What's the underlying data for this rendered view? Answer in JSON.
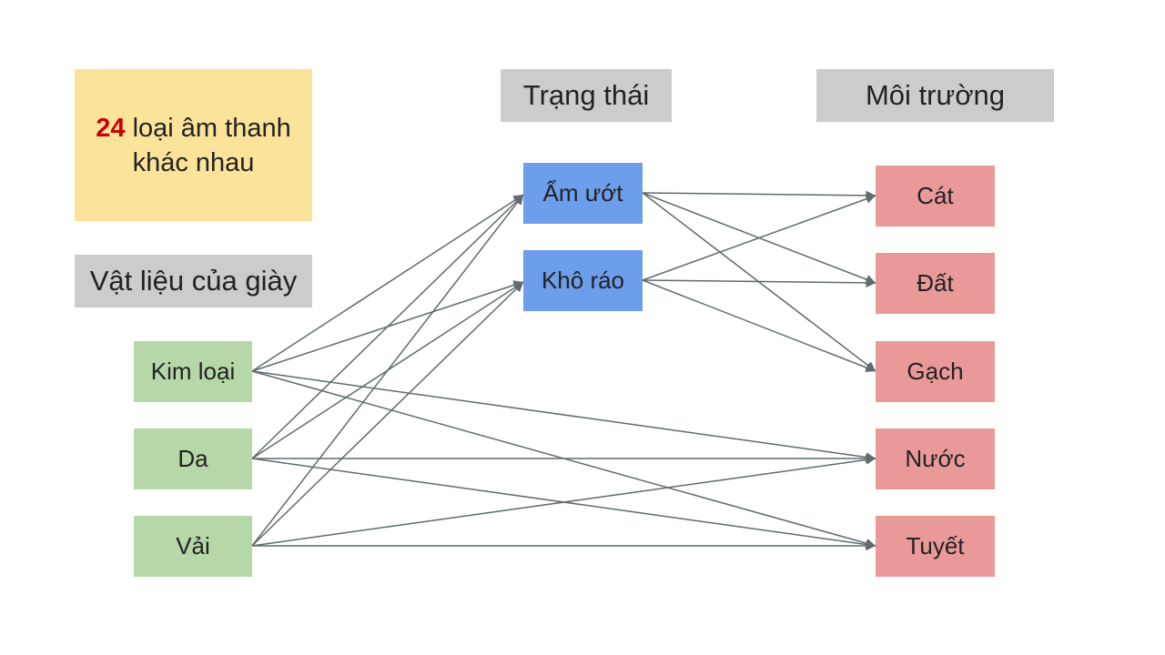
{
  "summary": {
    "count": "24",
    "text": " loại âm thanh khác nhau"
  },
  "headers": {
    "materials": "Vật liệu của giày",
    "states": "Trạng thái",
    "environments": "Môi trường"
  },
  "materials": [
    "Kim loại",
    "Da",
    "Vải"
  ],
  "states": [
    "Ẩm ướt",
    "Khô ráo"
  ],
  "environments": [
    "Cát",
    "Đất",
    "Gạch",
    "Nước",
    "Tuyết"
  ],
  "colors": {
    "summary_bg": "#fce39a",
    "count_accent": "#cc0000",
    "header_bg": "#cccccc",
    "material_bg": "#b6d7a8",
    "state_bg": "#6d9eeb",
    "environment_bg": "#ea9999",
    "edge": "#5f6b6d"
  },
  "edges": {
    "material_to_state": [
      [
        0,
        0
      ],
      [
        0,
        1
      ],
      [
        1,
        0
      ],
      [
        1,
        1
      ],
      [
        2,
        0
      ],
      [
        2,
        1
      ]
    ],
    "material_to_environment": [
      [
        0,
        3
      ],
      [
        0,
        4
      ],
      [
        1,
        3
      ],
      [
        1,
        4
      ],
      [
        2,
        3
      ],
      [
        2,
        4
      ]
    ],
    "state_to_environment": [
      [
        0,
        0
      ],
      [
        0,
        1
      ],
      [
        0,
        2
      ],
      [
        1,
        0
      ],
      [
        1,
        1
      ],
      [
        1,
        2
      ]
    ]
  }
}
